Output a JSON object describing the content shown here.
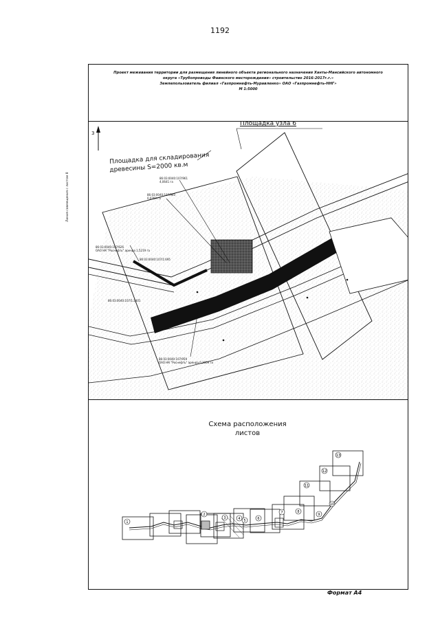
{
  "page": {
    "number": "1192"
  },
  "header": {
    "line1": "Проект межевания территории для размещения линейного объекта регионального назначения Ханты-Мансийского автономного",
    "line2": "округа «Трубопроводы Фаинского месторождения» строительство 2016-2017г.г.»",
    "line3": "Землепользователь филиал «Газпромнефть-Муравленко» ОАО «Газпромнефть-ННГ»",
    "scale": "М 1:5000"
  },
  "map": {
    "north_label": "С",
    "north_sub": "3",
    "site_node": "Площадка узла 6",
    "storage_line1": "Площадка для складирования",
    "storage_line2": "древесины S=2000 кв.м",
    "side_label": "Линия совмещения с листом 8",
    "parcel_labels": [
      {
        "code": "86:03:0040:107/961",
        "sub": "4,0641 га"
      },
      {
        "code": "86:03:0040:107/960",
        "sub": "0,0769 га"
      },
      {
        "code": "86:03:0040:107/626",
        "sub": "ОАО НК \"Роснефть\" аренда 1,5219 га"
      },
      {
        "code": "86:03:0040:107/1:695",
        "sub": ""
      },
      {
        "code": "86:03:0040:107/1:2401",
        "sub": ""
      },
      {
        "code": "86:03:0040:107/959",
        "sub": "ОАО НК \"Роснефть\" аренда 0,3009 га"
      }
    ]
  },
  "scheme": {
    "title_line1": "Схема расположения",
    "title_line2": "листов",
    "sheets": [
      "1",
      "2",
      "3",
      "4",
      "5",
      "6",
      "7",
      "8",
      "9",
      "10",
      "11",
      "12",
      "13"
    ]
  },
  "footer": {
    "format": "Формат А4"
  }
}
